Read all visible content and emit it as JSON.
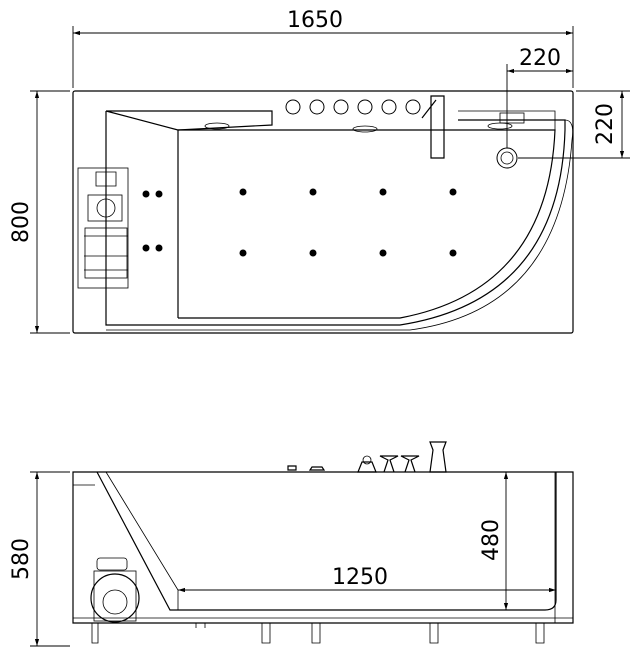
{
  "dimensions": {
    "top_view": {
      "overall_length": "1650",
      "overall_width": "800",
      "drain_offset_x": "220",
      "drain_offset_y": "220"
    },
    "side_view": {
      "overall_height": "580",
      "inner_depth": "480",
      "inner_length": "1250"
    }
  },
  "colors": {
    "line": "#000000",
    "background": "#ffffff"
  }
}
